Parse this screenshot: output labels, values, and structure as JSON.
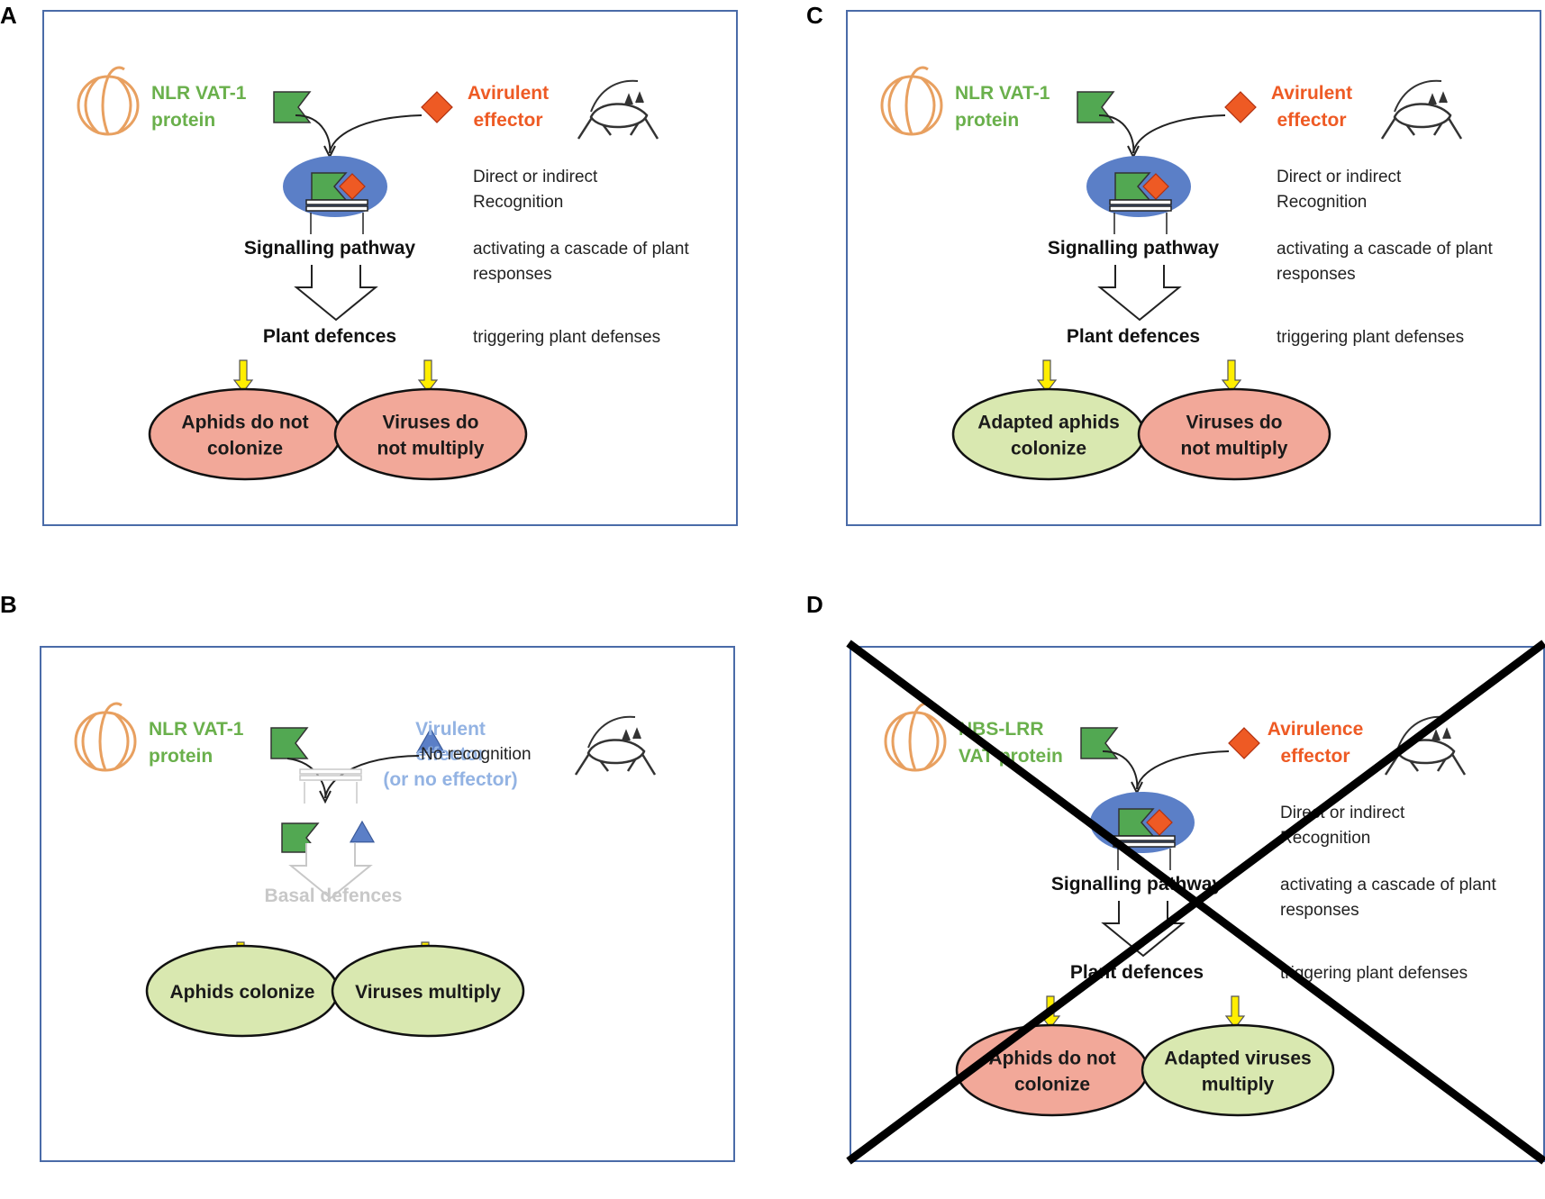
{
  "panels": [
    {
      "letter": "A",
      "plant_label": [
        "NLR VAT-1",
        "protein"
      ],
      "effector_label": [
        "Avirulent",
        "effector"
      ],
      "effector_color": "#ee5a24",
      "recognition": [
        "Direct or indirect",
        "Recognition"
      ],
      "signalling": "Signalling pathway",
      "cascade": [
        "activating a cascade of plant",
        "responses"
      ],
      "defences": "Plant defences",
      "triggering": "triggering plant defenses",
      "outcome_left": [
        "Aphids do not",
        "colonize"
      ],
      "outcome_right": [
        "Viruses do",
        "not multiply"
      ],
      "left_color": "#f2a899",
      "right_color": "#f2a899"
    },
    {
      "letter": "B",
      "plant_label": [
        "NLR VAT-1",
        "protein"
      ],
      "effector_label": [
        "Virulent",
        "effector",
        "(or no effector)"
      ],
      "effector_color": "#93b3e3",
      "recognition": [
        "No recognition"
      ],
      "defences": "Basal defences",
      "outcome_left": [
        "Aphids colonize"
      ],
      "outcome_right": [
        "Viruses multiply"
      ],
      "left_color": "#d9e8b0",
      "right_color": "#d9e8b0"
    },
    {
      "letter": "C",
      "plant_label": [
        "NLR VAT-1",
        "protein"
      ],
      "effector_label": [
        "Avirulent",
        "effector"
      ],
      "effector_color": "#ee5a24",
      "recognition": [
        "Direct or indirect",
        "Recognition"
      ],
      "signalling": "Signalling pathway",
      "cascade": [
        "activating a cascade of plant",
        "responses"
      ],
      "defences": "Plant defences",
      "triggering": "triggering plant defenses",
      "outcome_left": [
        "Adapted aphids",
        "colonize"
      ],
      "outcome_right": [
        "Viruses do",
        "not multiply"
      ],
      "left_color": "#d9e8b0",
      "right_color": "#f2a899"
    },
    {
      "letter": "D",
      "plant_label": [
        "NBS-LRR",
        "VAT protein"
      ],
      "effector_label": [
        "Avirulence",
        "effector"
      ],
      "effector_color": "#ee5a24",
      "recognition": [
        "Direct or indirect",
        "Recognition"
      ],
      "signalling": "Signalling pathway",
      "cascade": [
        "activating a cascade of plant",
        "responses"
      ],
      "defences": "Plant defences",
      "triggering": "triggering plant defenses",
      "outcome_left": [
        "Aphids do not",
        "colonize"
      ],
      "outcome_right": [
        "Adapted viruses",
        "multiply"
      ],
      "left_color": "#f2a899",
      "right_color": "#d9e8b0",
      "crossed_out": true
    }
  ],
  "colors": {
    "frame": "#4a6ba8",
    "nlr_green": "#52a852",
    "plant_label_green": "#6ab04c",
    "complex_blue": "#5b7fc7",
    "melon_orange": "#e8a060",
    "yellow_arrow": "#ffee00",
    "faded_gray": "#c8c8c8"
  }
}
